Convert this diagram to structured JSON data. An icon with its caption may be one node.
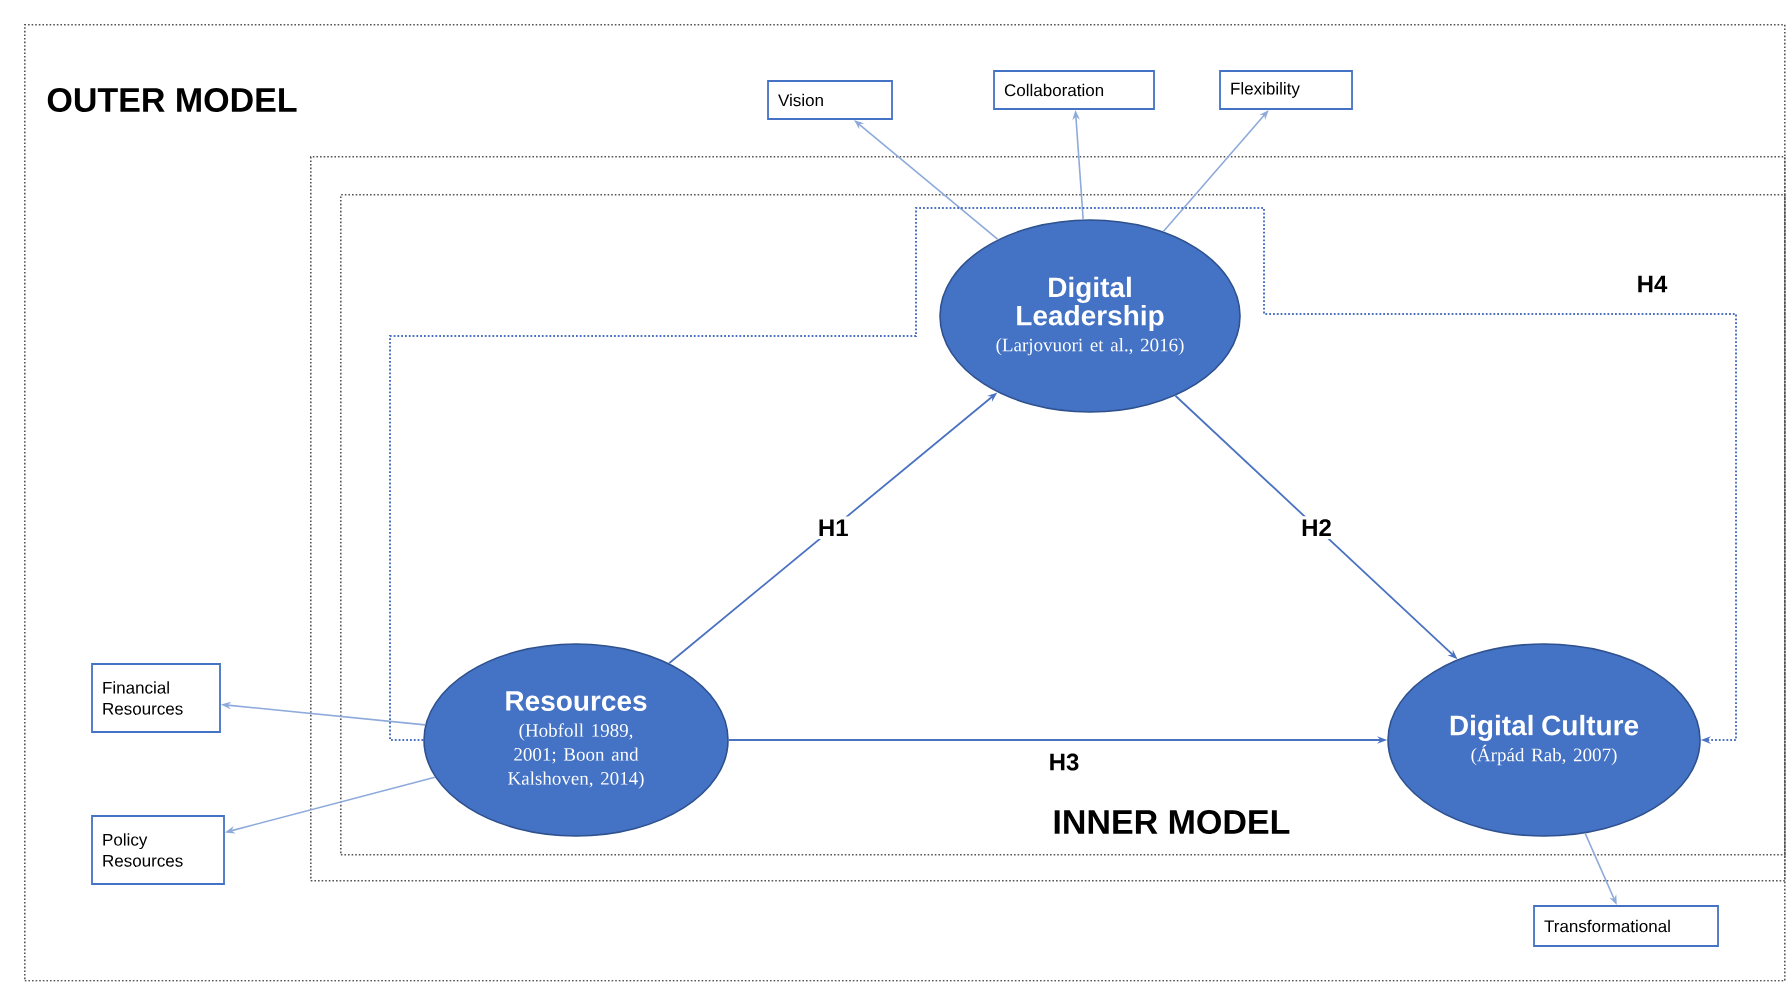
{
  "diagram": {
    "nodes": [
      {
        "text": [
          "OUTER MODEL"
        ]
      },
      {
        "text": [],
        "shape": "box",
        "in": 0
      },
      {
        "text": [
          "INNER MODEL"
        ],
        "in": 1
      },
      {
        "text": [
          "Vision"
        ],
        "in": 0
      },
      {
        "text": [
          "Collaboration"
        ],
        "in": 0
      },
      {
        "text": [
          "Flexibility"
        ],
        "in": 0
      },
      {
        "text": [
          "Digital Leadership",
          "(Larjovuori et al., 2016)"
        ],
        "in": 2
      },
      {
        "text": [
          "Financial Resources"
        ],
        "in": 0
      },
      {
        "text": [
          "Policy Resources"
        ],
        "in": 0
      },
      {
        "text": [
          "Resources",
          "(Hobfoll 1989, 2001; Boon and Kalshoven, 2014)"
        ],
        "in": 2
      },
      {
        "text": [
          "Digital Culture",
          "(Árpád Rab, 2007)"
        ],
        "in": 2
      },
      {
        "text": [
          "Transformational"
        ],
        "in": 0
      }
    ],
    "edges": [
      {
        "from": 6,
        "to": 3,
        "arrow": "to"
      },
      {
        "from": 6,
        "to": 4,
        "arrow": "to"
      },
      {
        "from": 6,
        "to": 5,
        "arrow": "to"
      },
      {
        "from": 9,
        "to": 7,
        "arrow": "to"
      },
      {
        "from": 9,
        "to": 8,
        "arrow": "to"
      },
      {
        "from": 10,
        "to": 11,
        "arrow": "to"
      },
      {
        "from": 9,
        "to": 6,
        "arrow": "to",
        "label": "H1",
        "color": "#4a72c0"
      },
      {
        "from": 6,
        "to": 10,
        "arrow": "to",
        "label": "H2",
        "color": "#4a72c0"
      },
      {
        "from": 9,
        "to": 10,
        "arrow": "to",
        "label": "H3",
        "color": "#4a72c0"
      },
      {
        "from": 9,
        "to": 10,
        "arrow": "to",
        "label": "H4",
        "style": "dashed",
        "color": "#4a72c0"
      }
    ]
  }
}
